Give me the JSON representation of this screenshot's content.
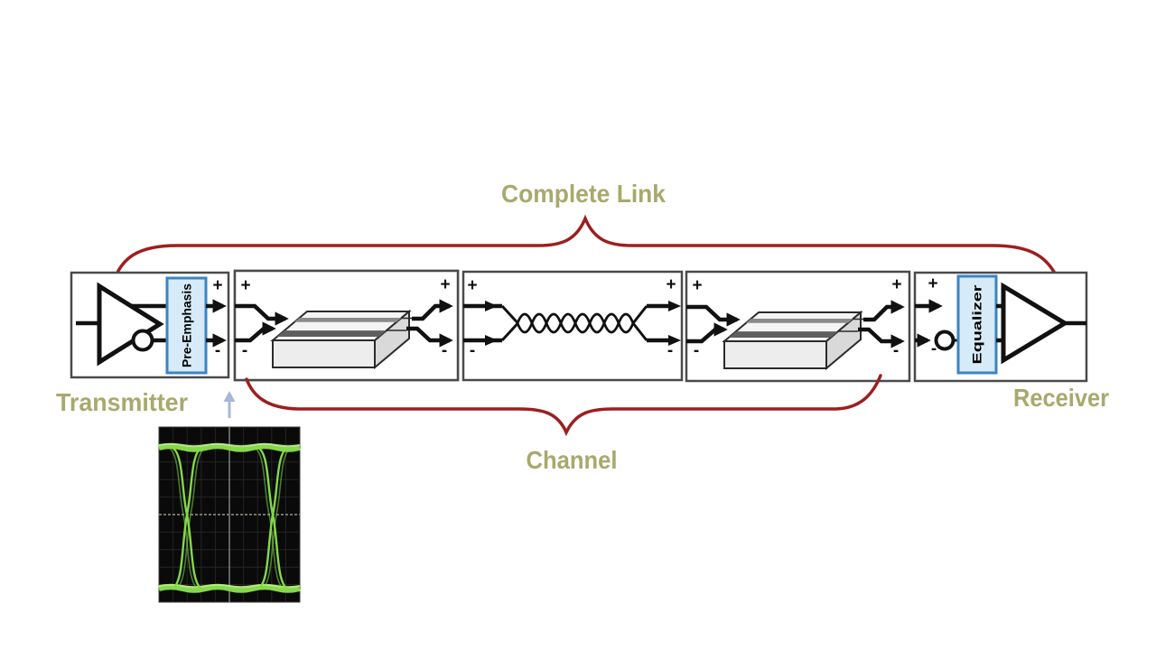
{
  "labels": {
    "complete_link": "Complete Link",
    "channel": "Channel",
    "transmitter": "Transmitter",
    "receiver": "Receiver"
  },
  "blocks": {
    "pre_emphasis": "Pre-Emphasis",
    "equalizer": "Equalizer"
  },
  "ports": {
    "plus": "+",
    "minus": "-"
  },
  "colors": {
    "label_text": "#a8a96c",
    "brace": "#9e1e1e",
    "block_border": "#3a84c4",
    "block_fill": "#d7eaf8",
    "diagram_line": "#111111",
    "box_border": "#4a4a4a",
    "indicator_arrow": "#a7b7d9",
    "eye_trace": "#84d94a",
    "eye_background": "#0a0a0a"
  },
  "icons": {
    "tx_driver": "triangle-buffer",
    "inversion_bubble": "small-circle",
    "package_block": "3d-box",
    "interconnect": "twisted-pair",
    "rx_amplifier": "triangle-buffer",
    "eye_indicator": "up-arrow",
    "eye_diagram": "oscilloscope-eye"
  }
}
